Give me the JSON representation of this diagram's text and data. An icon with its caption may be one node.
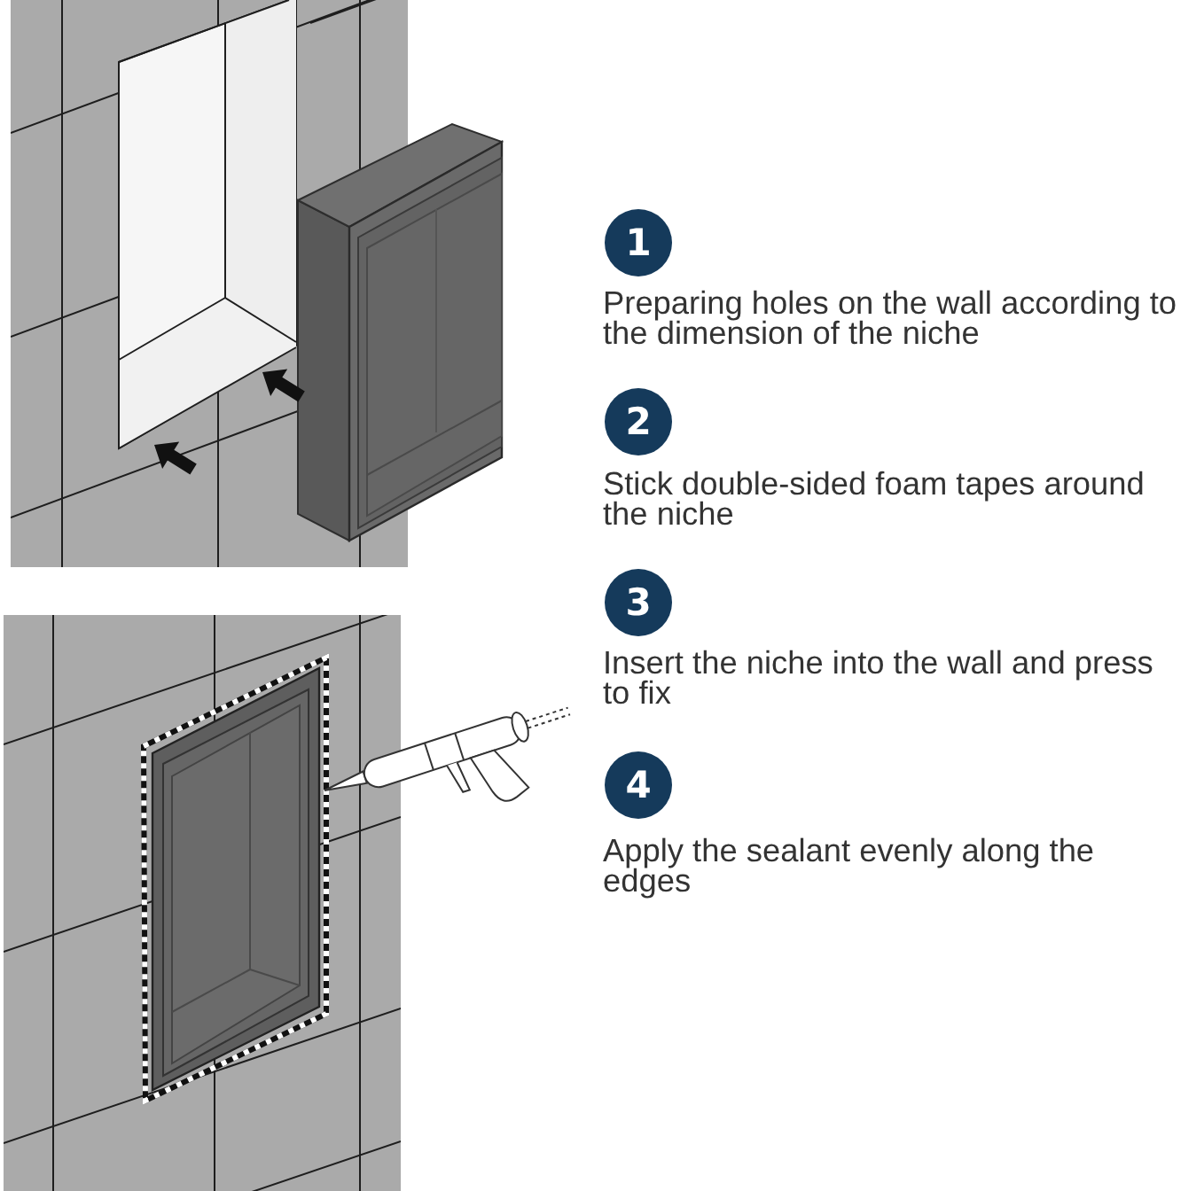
{
  "diagram": {
    "nodes": [
      {
        "text": [
          "1"
        ],
        "beside": [
          "Preparing holes on the wall according to the dimension of the niche"
        ]
      },
      {
        "text": [
          "2"
        ],
        "beside": [
          "Stick double-sided foam tapes around the niche"
        ]
      },
      {
        "text": [
          "3"
        ],
        "beside": [
          "Insert the niche into the wall and press to fix"
        ]
      },
      {
        "text": [
          "4"
        ],
        "beside": [
          "Apply the sealant evenly along the edges"
        ]
      }
    ]
  }
}
